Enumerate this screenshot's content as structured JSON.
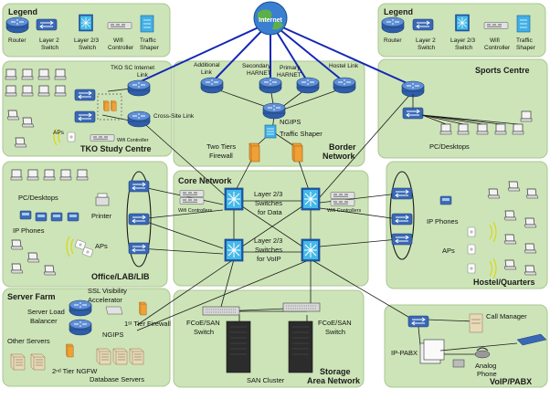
{
  "internet": "Internet",
  "legend_left": {
    "title": "Legend",
    "items": [
      {
        "icon": "router-icon",
        "label": "Router"
      },
      {
        "icon": "layer2-switch-icon",
        "label": "Layer 2 Switch"
      },
      {
        "icon": "layer23-switch-icon",
        "label": "Layer 2/3 Switch"
      },
      {
        "icon": "wifi-controller-icon",
        "label": "Wifi Controller"
      },
      {
        "icon": "traffic-shaper-icon",
        "label": "Traffic Shaper"
      }
    ]
  },
  "legend_right": {
    "title": "Legend",
    "items": [
      {
        "icon": "router-icon",
        "label": "Router"
      },
      {
        "icon": "layer2-switch-icon",
        "label": "Layer 2 Switch"
      },
      {
        "icon": "layer23-switch-icon",
        "label": "Layer 2/3 Switch"
      },
      {
        "icon": "wifi-controller-icon",
        "label": "Wifi Controller"
      },
      {
        "icon": "traffic-shaper-icon",
        "label": "Traffic Shaper"
      }
    ]
  },
  "tko": {
    "title": "TKO Study Centre",
    "internet_link": "TKO SC Internet Link",
    "cross_site": "Cross-Site Link",
    "aps": "APs",
    "wifi_controller": "Wifi Controller"
  },
  "border": {
    "title": "Border Network",
    "links": [
      "Additional Link",
      "Secondary HARNET",
      "Primary HARNET",
      "Hostel Link"
    ],
    "ngips": "NGIPS",
    "shaper": "Traffic Shaper",
    "firewall": "Two Tiers Firewall"
  },
  "sports": {
    "title": "Sports Centre",
    "pcs": "PC/Desktops"
  },
  "office": {
    "title": "Office/LAB/LIB",
    "pcs": "PC/Desktops",
    "printer": "Printer",
    "phones": "IP Phones",
    "aps": "APs"
  },
  "core": {
    "title": "Core Network",
    "data": "Layer 2/3 Switches for Data",
    "voip": "Layer 2/3 Switches for VoIP",
    "wifi_left": "Wifi Controllers",
    "wifi_right": "Wifi Controllers"
  },
  "hostel": {
    "title": "Hostel/Quarters",
    "phones": "IP Phones",
    "aps": "APs"
  },
  "server_farm": {
    "title": "Server Farm",
    "ssl": "SSL Visibility Accelerator",
    "slb": "Server Load Balancer",
    "fw1": "1st Tier Firewall",
    "ngips": "NGIPS",
    "others": "Other Servers",
    "ngfw": "2nd Tier NGFW",
    "db": "Database Servers"
  },
  "storage": {
    "title": "Storage Area Network",
    "fcoe_left": "FCoE/SAN Switch",
    "fcoe_right": "FCoE/SAN Switch",
    "san": "SAN Cluster"
  },
  "voip": {
    "title": "VoIP/PABX",
    "call_manager": "Call Manager",
    "pabx": "IP-PABX",
    "analog": "Analog Phone"
  },
  "colors": {
    "zone": "#cde4b8",
    "wan_link": "#1428b4",
    "device_blue": "#2f5ea8",
    "firewall": "#f0a035"
  }
}
